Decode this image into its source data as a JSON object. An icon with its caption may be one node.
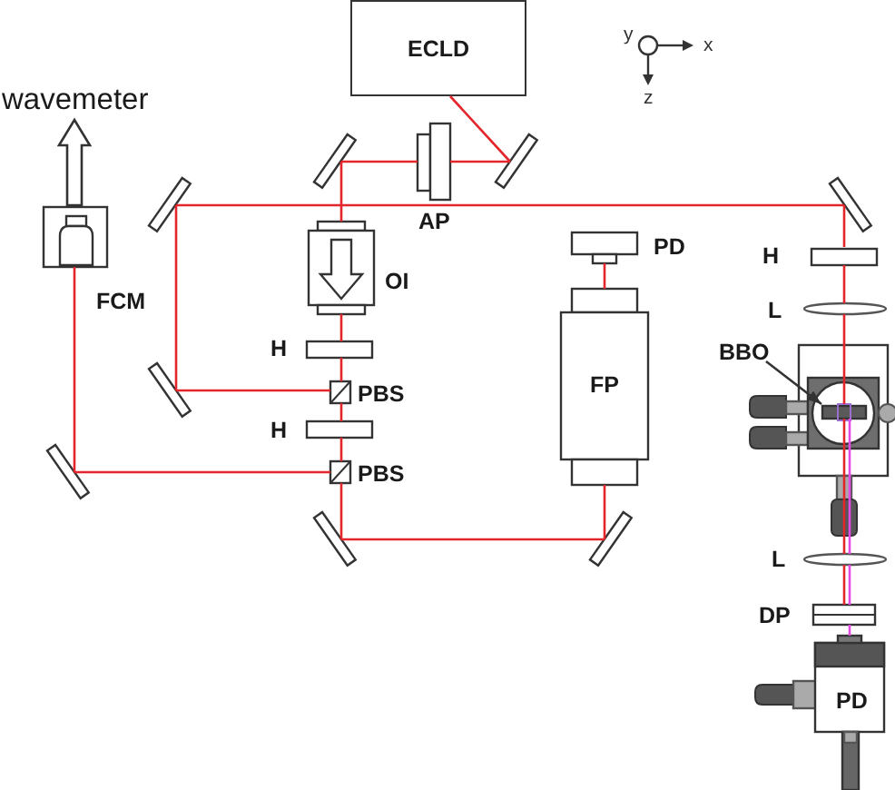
{
  "diagram": {
    "nodes": [
      {
        "text": [
          "ECLD"
        ]
      },
      {
        "text": [
          "wavemeter"
        ]
      },
      {
        "text": [],
        "shape": "bar"
      },
      {
        "text": [
          "AP"
        ]
      },
      {
        "text": [],
        "shape": "bar"
      },
      {
        "text": [],
        "shape": "bar"
      },
      {
        "text": [],
        "shape": "bar"
      },
      {
        "text": [
          "FCM"
        ]
      },
      {
        "text": [
          "OI"
        ]
      },
      {
        "text": [
          "PD"
        ]
      },
      {
        "text": [
          "H"
        ]
      },
      {
        "text": [
          "L"
        ]
      },
      {
        "text": [
          "FP"
        ]
      },
      {
        "text": [
          "H"
        ]
      },
      {
        "text": [
          "BBO"
        ]
      },
      {
        "text": [],
        "shape": "box"
      },
      {
        "text": [],
        "shape": "bar",
        "in": 15
      },
      {
        "text": [],
        "shape": "bar"
      },
      {
        "text": [
          "PBS"
        ]
      },
      {
        "text": [
          "H"
        ]
      },
      {
        "text": [
          "PBS"
        ]
      },
      {
        "text": [],
        "shape": "bar"
      },
      {
        "text": [],
        "shape": "bar"
      },
      {
        "text": [],
        "shape": "bar"
      },
      {
        "text": [
          "L"
        ]
      },
      {
        "text": [
          "DP"
        ]
      },
      {
        "text": [
          "PD"
        ]
      }
    ],
    "edges": [
      {
        "from": 0,
        "to": 4,
        "arrow": "none"
      },
      {
        "from": 4,
        "to": 3,
        "arrow": "none"
      },
      {
        "from": 3,
        "to": 2,
        "arrow": "none"
      },
      {
        "from": 2,
        "to": 8,
        "arrow": "none"
      },
      {
        "from": 8,
        "to": 13,
        "arrow": "none"
      },
      {
        "from": 13,
        "to": 18,
        "arrow": "none"
      },
      {
        "from": 18,
        "to": 19,
        "arrow": "none"
      },
      {
        "from": 19,
        "to": 20,
        "arrow": "none"
      },
      {
        "from": 20,
        "to": 22,
        "arrow": "none"
      },
      {
        "from": 22,
        "to": 23,
        "arrow": "none"
      },
      {
        "from": 23,
        "to": 12,
        "arrow": "none"
      },
      {
        "from": 12,
        "to": 9,
        "arrow": "none"
      },
      {
        "from": 18,
        "to": 17,
        "arrow": "none"
      },
      {
        "from": 17,
        "to": 5,
        "arrow": "none"
      },
      {
        "from": 5,
        "to": 6,
        "arrow": "none"
      },
      {
        "from": 6,
        "to": 10,
        "arrow": "none"
      },
      {
        "from": 10,
        "to": 11,
        "arrow": "none"
      },
      {
        "from": 11,
        "to": 16,
        "arrow": "none"
      },
      {
        "from": 16,
        "to": 24,
        "arrow": "none"
      },
      {
        "from": 24,
        "to": 25,
        "arrow": "none"
      },
      {
        "from": 16,
        "to": 24,
        "arrow": "none",
        "color": "#e64be6"
      },
      {
        "from": 24,
        "to": 25,
        "arrow": "none",
        "color": "#e64be6"
      },
      {
        "from": 25,
        "to": 26,
        "arrow": "none",
        "color": "#e64be6"
      },
      {
        "from": 20,
        "to": 21,
        "arrow": "none"
      },
      {
        "from": 21,
        "to": 7,
        "arrow": "none"
      },
      {
        "from": 7,
        "to": 1,
        "arrow": "to",
        "style": "thick",
        "color": "#333333"
      },
      {
        "from": 14,
        "to": 16,
        "arrow": "to",
        "color": "#333333"
      }
    ],
    "labels": [
      "y",
      "x",
      "z"
    ]
  }
}
